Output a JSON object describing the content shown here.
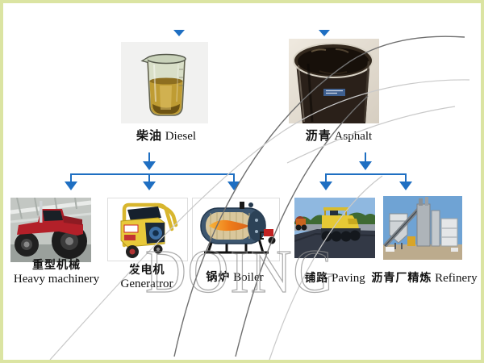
{
  "watermark": "DOING",
  "sources": {
    "diesel": {
      "zh": "柴油",
      "en": "Diesel"
    },
    "asphalt": {
      "zh": "沥青",
      "en": "Asphalt"
    }
  },
  "products": {
    "heavy_machinery": {
      "zh": "重型机械",
      "en": "Heavy machinery"
    },
    "generator": {
      "zh": "发电机",
      "en": "Generatror"
    },
    "boiler": {
      "zh": "锅炉",
      "en": "Boiler"
    },
    "paving": {
      "zh": "铺路",
      "en": "Paving"
    },
    "refinery": {
      "zh": "沥青厂精炼",
      "en": "Refinery"
    }
  },
  "icons": {
    "top_arrows": "arrow-down",
    "branch_arrows": "arrow-down"
  },
  "colors": {
    "arrow_blue": "#1f6fc2",
    "frame_border": "#dbe4a2",
    "watermark_gray": "#8f8f8f",
    "diesel_liquid": "#bf9c33",
    "asphalt_liquid": "#17100a"
  }
}
